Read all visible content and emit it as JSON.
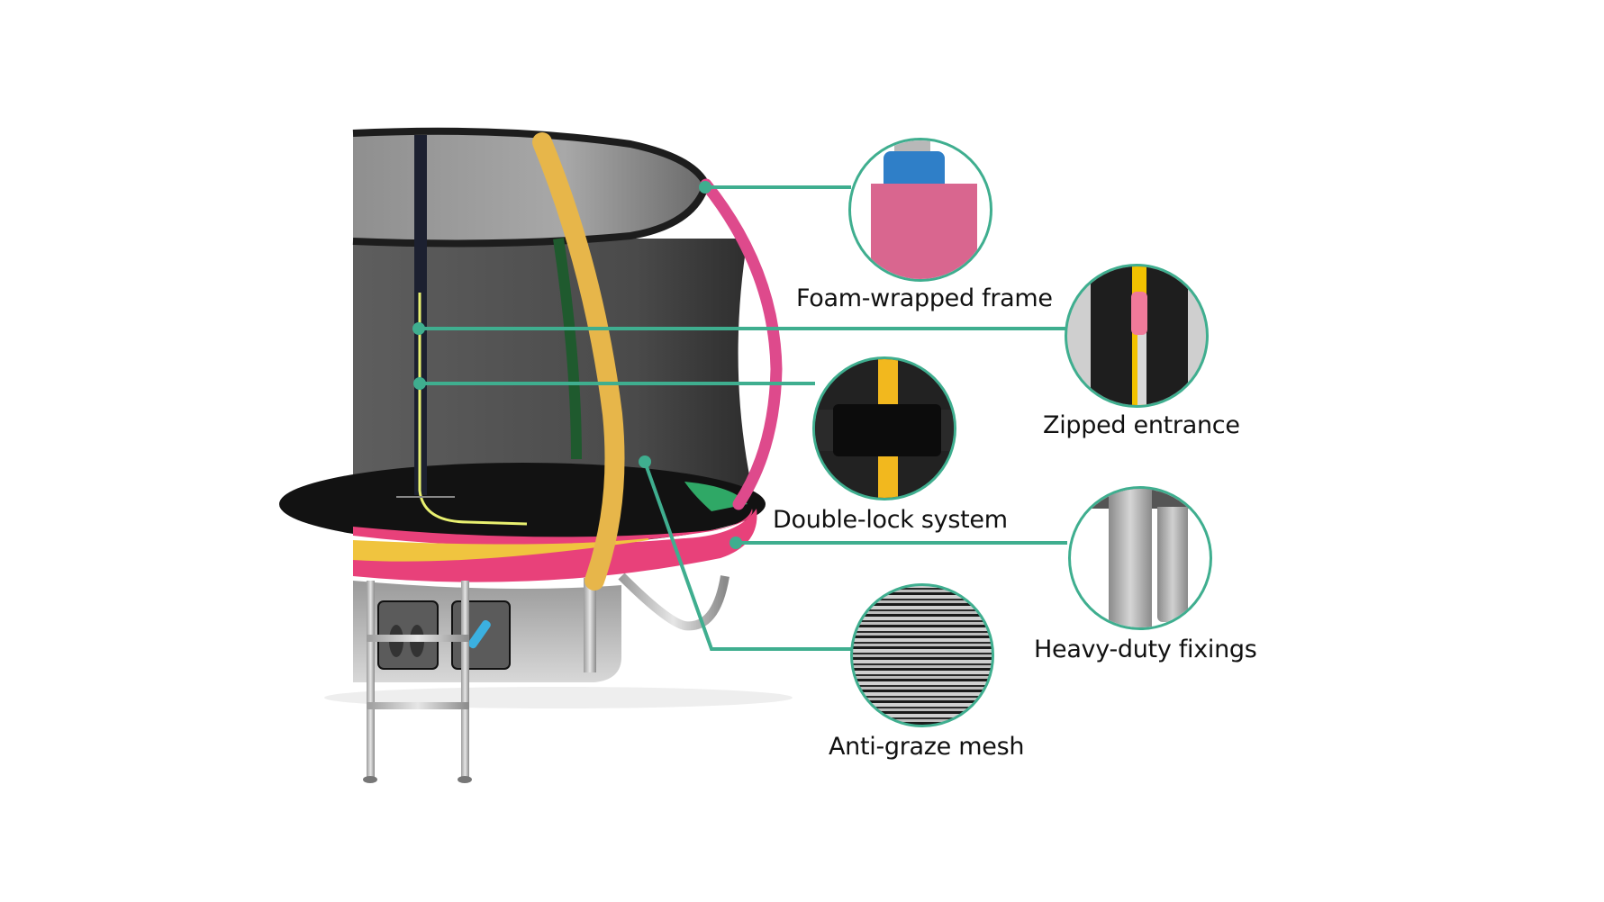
{
  "infographic": {
    "subject": "Trampoline with safety enclosure net",
    "accent_color": "#3fae8f",
    "pad_colors": [
      "#e8417a",
      "#f0c43f",
      "#2fa866"
    ],
    "features": [
      {
        "label": "Foam-wrapped frame",
        "icon": "foam-padded-pole-closeup"
      },
      {
        "label": "Zipped entrance",
        "icon": "zipper-closeup"
      },
      {
        "label": "Double-lock system",
        "icon": "buckle-closeup"
      },
      {
        "label": "Heavy-duty fixings",
        "icon": "steel-leg-joint-closeup"
      },
      {
        "label": "Anti-graze mesh",
        "icon": "net-mesh-closeup"
      }
    ]
  }
}
